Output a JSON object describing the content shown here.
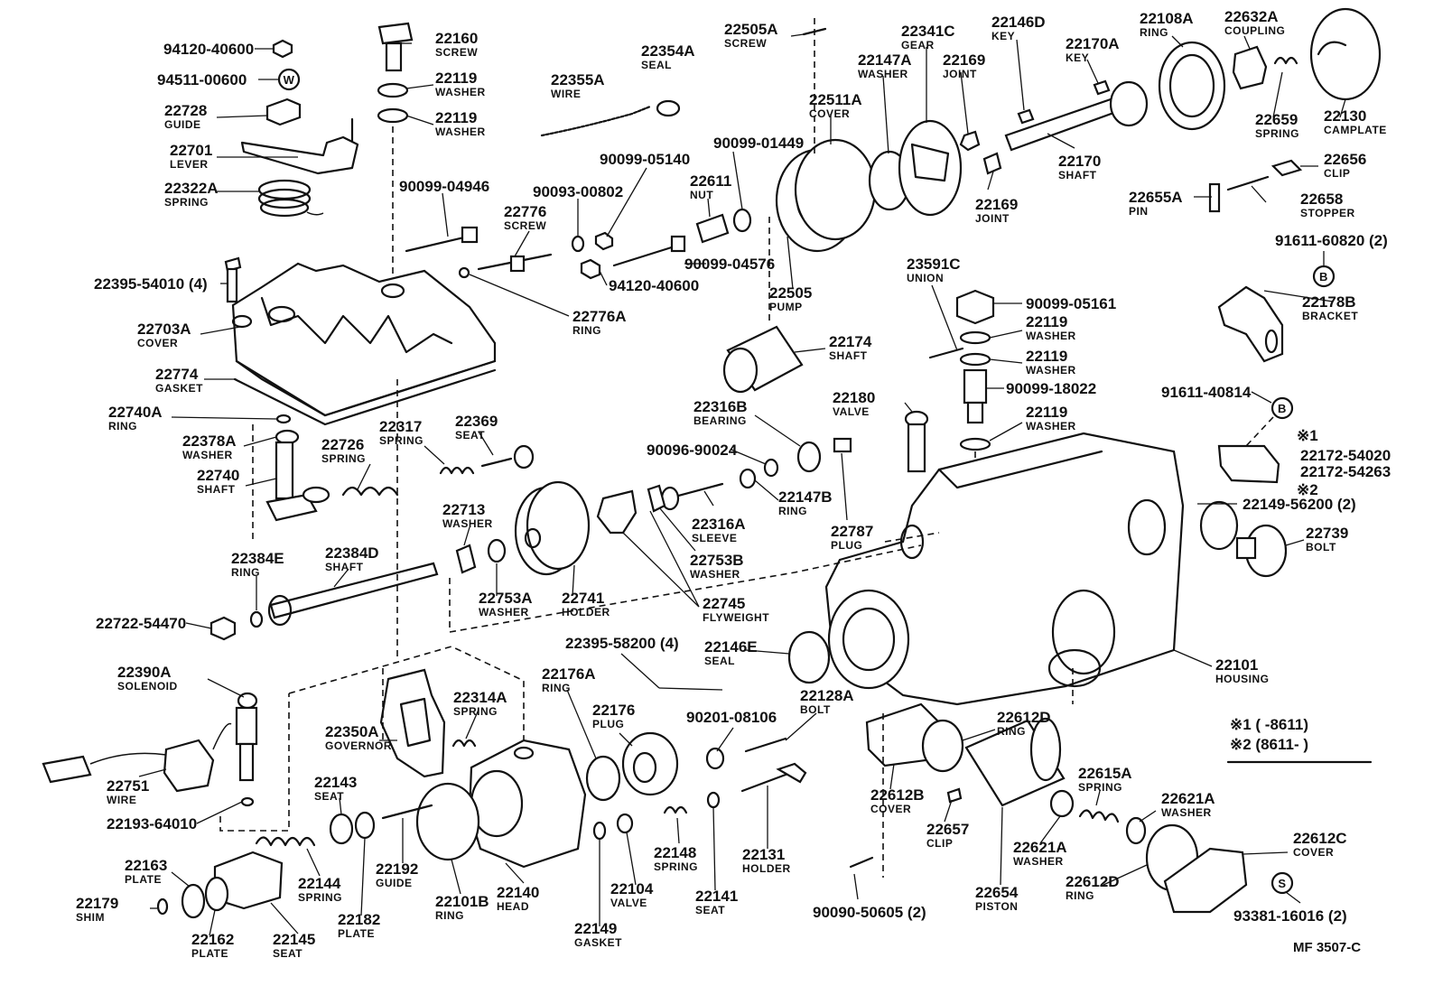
{
  "labels": {
    "l01": {
      "pn": "94120-40600",
      "name": ""
    },
    "l02": {
      "pn": "94511-00600",
      "name": ""
    },
    "l03": {
      "pn": "22728",
      "name": "GUIDE"
    },
    "l04": {
      "pn": "22701",
      "name": "LEVER"
    },
    "l05": {
      "pn": "22322A",
      "name": "SPRING"
    },
    "l06": {
      "pn": "22160",
      "name": "SCREW"
    },
    "l07": {
      "pn": "22119",
      "name": "WASHER"
    },
    "l08": {
      "pn": "22119",
      "name": "WASHER"
    },
    "l09": {
      "pn": "22355A",
      "name": "WIRE"
    },
    "l10": {
      "pn": "22354A",
      "name": "SEAL"
    },
    "l11": {
      "pn": "22505A",
      "name": "SCREW"
    },
    "l12": {
      "pn": "22341C",
      "name": "GEAR"
    },
    "l13": {
      "pn": "22146D",
      "name": "KEY"
    },
    "l14": {
      "pn": "22108A",
      "name": "RING"
    },
    "l15": {
      "pn": "22632A",
      "name": "COUPLING"
    },
    "l16": {
      "pn": "22147A",
      "name": "WASHER"
    },
    "l17": {
      "pn": "22169",
      "name": "JOINT"
    },
    "l18": {
      "pn": "22170A",
      "name": "KEY"
    },
    "l19": {
      "pn": "22511A",
      "name": "COVER"
    },
    "l20": {
      "pn": "22659",
      "name": "SPRING"
    },
    "l21": {
      "pn": "22130",
      "name": "CAMPLATE"
    },
    "l22": {
      "pn": "90099-01449",
      "name": ""
    },
    "l23": {
      "pn": "90099-05140",
      "name": ""
    },
    "l24": {
      "pn": "22170",
      "name": "SHAFT"
    },
    "l25": {
      "pn": "22656",
      "name": "CLIP"
    },
    "l26": {
      "pn": "22611",
      "name": "NUT"
    },
    "l27": {
      "pn": "90099-04946",
      "name": ""
    },
    "l28": {
      "pn": "90093-00802",
      "name": ""
    },
    "l29": {
      "pn": "22776",
      "name": "SCREW"
    },
    "l30": {
      "pn": "22169",
      "name": "JOINT"
    },
    "l31": {
      "pn": "22655A",
      "name": "PIN"
    },
    "l32": {
      "pn": "22658",
      "name": "STOPPER"
    },
    "l33": {
      "pn": "91611-60820 (2)",
      "name": ""
    },
    "l34": {
      "pn": "90099-04576",
      "name": ""
    },
    "l35": {
      "pn": "22395-54010 (4)",
      "name": ""
    },
    "l36": {
      "pn": "94120-40600",
      "name": ""
    },
    "l37": {
      "pn": "23591C",
      "name": "UNION"
    },
    "l38": {
      "pn": "22505",
      "name": "PUMP"
    },
    "l39": {
      "pn": "90099-05161",
      "name": ""
    },
    "l40": {
      "pn": "22178B",
      "name": "BRACKET"
    },
    "l41": {
      "pn": "22703A",
      "name": "COVER"
    },
    "l42": {
      "pn": "22776A",
      "name": "RING"
    },
    "l43": {
      "pn": "22119",
      "name": "WASHER"
    },
    "l44": {
      "pn": "22174",
      "name": "SHAFT"
    },
    "l45": {
      "pn": "22119",
      "name": "WASHER"
    },
    "l46": {
      "pn": "22774",
      "name": "GASKET"
    },
    "l47": {
      "pn": "90099-18022",
      "name": ""
    },
    "l48": {
      "pn": "91611-40814",
      "name": ""
    },
    "l49": {
      "pn": "22740A",
      "name": "RING"
    },
    "l50": {
      "pn": "22180",
      "name": "VALVE"
    },
    "l51": {
      "pn": "22316B",
      "name": "BEARING"
    },
    "l52": {
      "pn": "22119",
      "name": "WASHER"
    },
    "l53": {
      "pn": "22317",
      "name": "SPRING"
    },
    "l54": {
      "pn": "22369",
      "name": "SEAT"
    },
    "l55": {
      "pn": "22378A",
      "name": "WASHER"
    },
    "l56": {
      "pn": "22726",
      "name": "SPRING"
    },
    "l57": {
      "pn": "90096-90024",
      "name": ""
    },
    "l58": {
      "pn": "22740",
      "name": "SHAFT"
    },
    "l59": {
      "pn": "22147B",
      "name": "RING"
    },
    "l60": {
      "pn": "22316A",
      "name": "SLEEVE"
    },
    "l61": {
      "pn": "22787",
      "name": "PLUG"
    },
    "l62": {
      "pn": "22713",
      "name": "WASHER"
    },
    "l63": {
      "pn": "22753B",
      "name": "WASHER"
    },
    "l64": {
      "pn": "22384E",
      "name": "RING"
    },
    "l65": {
      "pn": "22384D",
      "name": "SHAFT"
    },
    "l66": {
      "pn": "22149-56200 (2)",
      "name": ""
    },
    "l67": {
      "pn": "22739",
      "name": "BOLT"
    },
    "l68": {
      "pn": "22753A",
      "name": "WASHER"
    },
    "l69": {
      "pn": "22741",
      "name": "HOLDER"
    },
    "l70": {
      "pn": "22745",
      "name": "FLYWEIGHT"
    },
    "l71": {
      "pn": "22722-54470",
      "name": ""
    },
    "l72": {
      "pn": "22395-58200 (4)",
      "name": ""
    },
    "l73": {
      "pn": "22146E",
      "name": "SEAL"
    },
    "l74": {
      "pn": "22101",
      "name": "HOUSING"
    },
    "l75": {
      "pn": "22390A",
      "name": "SOLENOID"
    },
    "l76": {
      "pn": "22176A",
      "name": "RING"
    },
    "l77": {
      "pn": "22314A",
      "name": "SPRING"
    },
    "l78": {
      "pn": "22176",
      "name": "PLUG"
    },
    "l79": {
      "pn": "22128A",
      "name": "BOLT"
    },
    "l80": {
      "pn": "22350A",
      "name": "GOVERNOR"
    },
    "l81": {
      "pn": "90201-08106",
      "name": ""
    },
    "l82": {
      "pn": "22612D",
      "name": "RING"
    },
    "l83": {
      "pn": "22751",
      "name": "WIRE"
    },
    "l84": {
      "pn": "22143",
      "name": "SEAT"
    },
    "l85": {
      "pn": "22612B",
      "name": "COVER"
    },
    "l86": {
      "pn": "22615A",
      "name": "SPRING"
    },
    "l87": {
      "pn": "22621A",
      "name": "WASHER"
    },
    "l88": {
      "pn": "22193-64010",
      "name": ""
    },
    "l89": {
      "pn": "22192",
      "name": "GUIDE"
    },
    "l90": {
      "pn": "22657",
      "name": "CLIP"
    },
    "l91": {
      "pn": "22612C",
      "name": "COVER"
    },
    "l92": {
      "pn": "22144",
      "name": "SPRING"
    },
    "l93": {
      "pn": "22148",
      "name": "SPRING"
    },
    "l94": {
      "pn": "22131",
      "name": "HOLDER"
    },
    "l95": {
      "pn": "22621A",
      "name": "WASHER"
    },
    "l96": {
      "pn": "22163",
      "name": "PLATE"
    },
    "l97": {
      "pn": "22140",
      "name": "HEAD"
    },
    "l98": {
      "pn": "22612D",
      "name": "RING"
    },
    "l99": {
      "pn": "22179",
      "name": "SHIM"
    },
    "l100": {
      "pn": "22101B",
      "name": "RING"
    },
    "l101": {
      "pn": "22104",
      "name": "VALVE"
    },
    "l102": {
      "pn": "22141",
      "name": "SEAT"
    },
    "l103": {
      "pn": "22654",
      "name": "PISTON"
    },
    "l104": {
      "pn": "22182",
      "name": "PLATE"
    },
    "l105": {
      "pn": "90090-50605 (2)",
      "name": ""
    },
    "l106": {
      "pn": "93381-16016 (2)",
      "name": ""
    },
    "l107": {
      "pn": "22162",
      "name": "PLATE"
    },
    "l108": {
      "pn": "22145",
      "name": "SEAT"
    },
    "l109": {
      "pn": "22149",
      "name": "GASKET"
    },
    "l110": {
      "pn": "22172-54020",
      "name": ""
    },
    "l111": {
      "pn": "22172-54263",
      "name": ""
    }
  },
  "marks": {
    "note1": "※1",
    "note2": "※2",
    "bolt_b1": "B",
    "bolt_b2": "B",
    "bolt_s": "S",
    "washer_w": "W"
  },
  "legend": {
    "row1": "※1 (        -8611)",
    "row2": "※2 (8611-         )"
  },
  "figure_code": "MF  3507-C"
}
